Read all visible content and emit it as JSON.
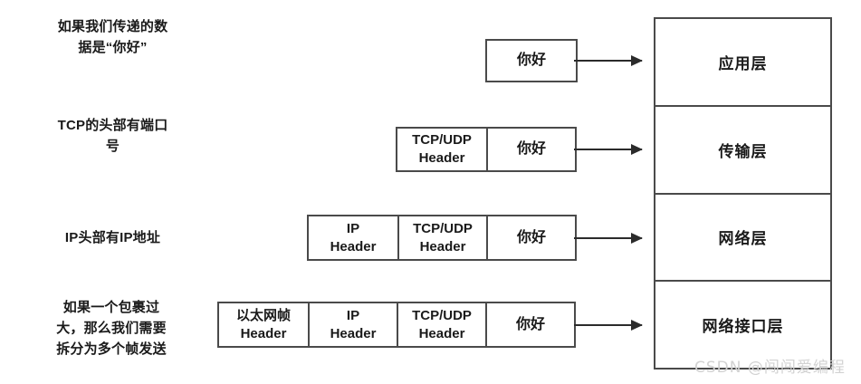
{
  "diagram": {
    "type": "tcp-ip-encapsulation",
    "notes": [
      {
        "id": "note-app",
        "text": "如果我们传递的数\n据是“你好”"
      },
      {
        "id": "note-transport",
        "text": "TCP的头部有端口\n号"
      },
      {
        "id": "note-network",
        "text": "IP头部有IP地址"
      },
      {
        "id": "note-link",
        "text": "如果一个包裹过\n大，那么我们需要\n拆分为多个帧发送"
      }
    ],
    "packets": [
      {
        "id": "packet-application",
        "cells": [
          {
            "id": "payload",
            "line1": "你好",
            "line2": ""
          }
        ]
      },
      {
        "id": "packet-transport",
        "cells": [
          {
            "id": "tcp-udp-header",
            "line1": "TCP/UDP",
            "line2": "Header"
          },
          {
            "id": "payload",
            "line1": "你好",
            "line2": ""
          }
        ]
      },
      {
        "id": "packet-network",
        "cells": [
          {
            "id": "ip-header",
            "line1": "IP",
            "line2": "Header"
          },
          {
            "id": "tcp-udp-header",
            "line1": "TCP/UDP",
            "line2": "Header"
          },
          {
            "id": "payload",
            "line1": "你好",
            "line2": ""
          }
        ]
      },
      {
        "id": "packet-link",
        "cells": [
          {
            "id": "ethernet-frame-header",
            "line1": "以太网帧",
            "line2": "Header"
          },
          {
            "id": "ip-header",
            "line1": "IP",
            "line2": "Header"
          },
          {
            "id": "tcp-udp-header",
            "line1": "TCP/UDP",
            "line2": "Header"
          },
          {
            "id": "payload",
            "line1": "你好",
            "line2": ""
          }
        ]
      }
    ],
    "layers": [
      {
        "id": "layer-application",
        "label": "应用层"
      },
      {
        "id": "layer-transport",
        "label": "传输层"
      },
      {
        "id": "layer-network",
        "label": "网络层"
      },
      {
        "id": "layer-link",
        "label": "网络接口层"
      }
    ],
    "watermark": "CSDN @闯闯爱编程",
    "colors": {
      "background": "#ffffff",
      "border": "#4a4a4a",
      "text": "#1a1a1a",
      "arrow": "#2b2b2b",
      "watermark": "#d2d2d2"
    }
  }
}
